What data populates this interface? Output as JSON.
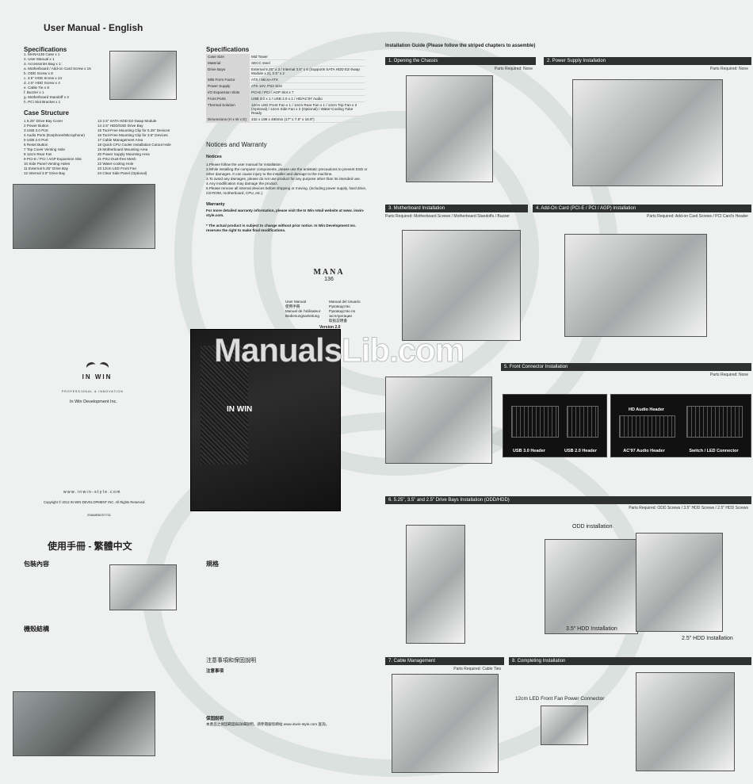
{
  "col_a": {
    "title": "User Manual - English",
    "specifications_heading": "Specifications",
    "package": [
      "1. MANA136 Case x 1",
      "2. User Manual x 1",
      "3. Accessories Bag x 1:",
      "a. Motherboard / Add-on Card Screw x 15",
      "b. ODD Screw x 8",
      "c. 3.5\" HDD Screw x 24",
      "d. 2.5\" HDD Screw x 4",
      "e. Cable Tie x 8",
      "f. Buzzer x 1",
      "g. Motherboard Standoff x 3",
      "h. PCI Slot Bracket x 1"
    ],
    "case_structure_heading": "Case Structure",
    "structure_left": [
      "1   5.25\" Drive Bay Cover",
      "2   Power Button",
      "3   USB 3.0 Port",
      "4   Audio Ports (Earphone/Microphone)",
      "5   USB 2.0 Port",
      "6   Reset Button",
      "7   Top Cover Venting Hole",
      "8   12cm Rear Fan",
      "9   PCI-E / PCI / AGP Expansion Slot",
      "10  Side Panel Venting Holes",
      "11  External 5.25\" Drive Bay",
      "12  Internal 3.5\" Drive Bay"
    ],
    "structure_right": [
      "13  2.5\" SATA HDD EZ-Swap Module",
      "14  2.5\" HDD/SSD Drive Bay",
      "15  Tool-Free Mounting Clip for 5.25\" Devices",
      "16  Tool-Free Mounting Clip for 3.5\" Devices",
      "17  Cable Management Area",
      "18  Quick CPU Cooler Installation Cutout Hole",
      "19  Motherboard Mounting Area",
      "20  Power Supply Mounting Area",
      "21  PSU Dust-free Mesh",
      "22  Water-cooling Hole",
      "23  12cm LED Front Fan",
      "24  Clear Side Panel (Optional)"
    ],
    "brand": "IN WIN",
    "brand_tagline": "PROFESSIONAL & INNOVATION",
    "company": "In Win Development Inc.",
    "website": "w w w . i n w i n - s t y l e . c o m",
    "copyright": "Copyright © 2012 IN WIN DEVELOPMENT INC. All Rights Reserved.",
    "doc_code": "2SAMEB2S7701",
    "tc_title": "使用手冊 - 繁體中文",
    "tc_pkg_heading": "包裝內容",
    "tc_struct_heading": "機殼結構"
  },
  "col_b": {
    "specs_heading": "Specifications",
    "specs": [
      [
        "Case Size",
        "Mid Tower"
      ],
      [
        "Material",
        "SECC steel"
      ],
      [
        "Drive Bays",
        "External 5.25\" x 3 / Internal 3.5\" x 6 (Supports SATA HDD EZ-Swap Module x 2), 2.5\" x 2"
      ],
      [
        "M/B Form Factor",
        "ATX / Micro-ATX"
      ],
      [
        "Power Supply",
        "ATX 12V, PS2 Size"
      ],
      [
        "I/O Expansion Slots",
        "PCI-E / PCI / AGP Slot x 7"
      ],
      [
        "Front Ports",
        "USB 3.0 x 1 / USB 2.0 x 1 / HD/AC'97 Audio"
      ],
      [
        "Thermal Solution",
        "12cm LED Front Fan x 1 / 12cm Rear Fan x 1 / 12cm Top Fan x 2 (Optional) / 12cm Side Fan x 2 (Optional) / Water-Cooling Tube Ready"
      ],
      [
        "Dimensions (H x W x D)",
        "432 x 198 x 480mm (17\" x 7.8\" x 18.9\")"
      ]
    ],
    "notices_heading": "Notices and Warranty",
    "notices_sub": "Notices",
    "notices": [
      "1.Please follow the user manual for installation.",
      "2.While installing the computer components, please use the antistatic precautions to prevent ESD or other damages. It can cause injury to the installer and damage to the machine.",
      "3.To avoid any damages, please do not use product for any purpose other than its intended use.",
      "4.Any modification may damage the product.",
      "5.Please remove all internal devices before shipping or moving. (including power supply, hard drive, CD-ROM, motherboard, CPU, etc.)"
    ],
    "warranty_sub": "Warranty",
    "warranty": "For more detailed warranty information, please visit the In Win retail website at www. inwin-style.com.",
    "disclaimer": "* The actual product is subject to change without prior notice. In Win Development Inc. reserves the right to make final modifications.",
    "product_name": "MANA",
    "product_number": "136",
    "manual_langs": [
      "User Manual",
      "使用手冊",
      "Manuel de l'utilisateur",
      "Bedienungsanleitung",
      "Manual del Usuario",
      "Руководство",
      "Руководство по эксплуатации",
      "取扱説明書"
    ],
    "version": "Version 2.0",
    "watermark": "ManualsLib.com",
    "tc_specs_heading": "規格",
    "tc_notices_heading": "注意事項和保固說明",
    "tc_notices_sub": "注意事項",
    "tc_warranty_sub": "保固說明",
    "tc_warranty": "本產品之保固範圍與詳細說明，請參閱銀欣網站 www.inwin-style.com 查詢。"
  },
  "col_c": {
    "guide_title": "Installation Guide (Please follow the striped chapters to assemble)",
    "steps": [
      {
        "label": "1. Opening the Chassis",
        "parts": "Parts Required: None"
      },
      {
        "label": "2. Power Supply Installation",
        "parts": "Parts Required: None"
      },
      {
        "label": "3. Motherboard Installation",
        "parts": "Parts Required: Motherboard Screws / Motherboard Standoffs / Buzzer"
      },
      {
        "label": "4. Add-On Card (PCI-E / PCI / AGP) Installation",
        "parts": "Parts Required: Add-on Card Screws / PCI Card's Header"
      },
      {
        "label": "5. Front Connector Installation",
        "parts": "Parts Required: None"
      },
      {
        "label": "6. 5.25\", 3.5\" and 2.5\" Drive Bays Installation (ODD/HDD)",
        "parts": "Parts Required: ODD Screws / 3.5\" HDD Screws / 2.5\" HDD Screws"
      },
      {
        "label": "7. Cable Management",
        "parts": "Parts Required: Cable Ties"
      },
      {
        "label": "8. Completing Installation",
        "parts": ""
      }
    ],
    "connectors": [
      "USB 3.0 Header",
      "USB 2.0 Header",
      "AC'97 Audio Header",
      "Switch / LED Connector"
    ],
    "hd_audio": "HD Audio Header",
    "odd_label": "ODD installation",
    "hdd35_label": "3.5\" HDD Installation",
    "hdd25_label": "2.5\" HDD Installation",
    "fan_label": "12cm LED Front Fan Power Connector"
  },
  "colors": {
    "step_header": "#2f3131",
    "background": "#eef1ef"
  }
}
